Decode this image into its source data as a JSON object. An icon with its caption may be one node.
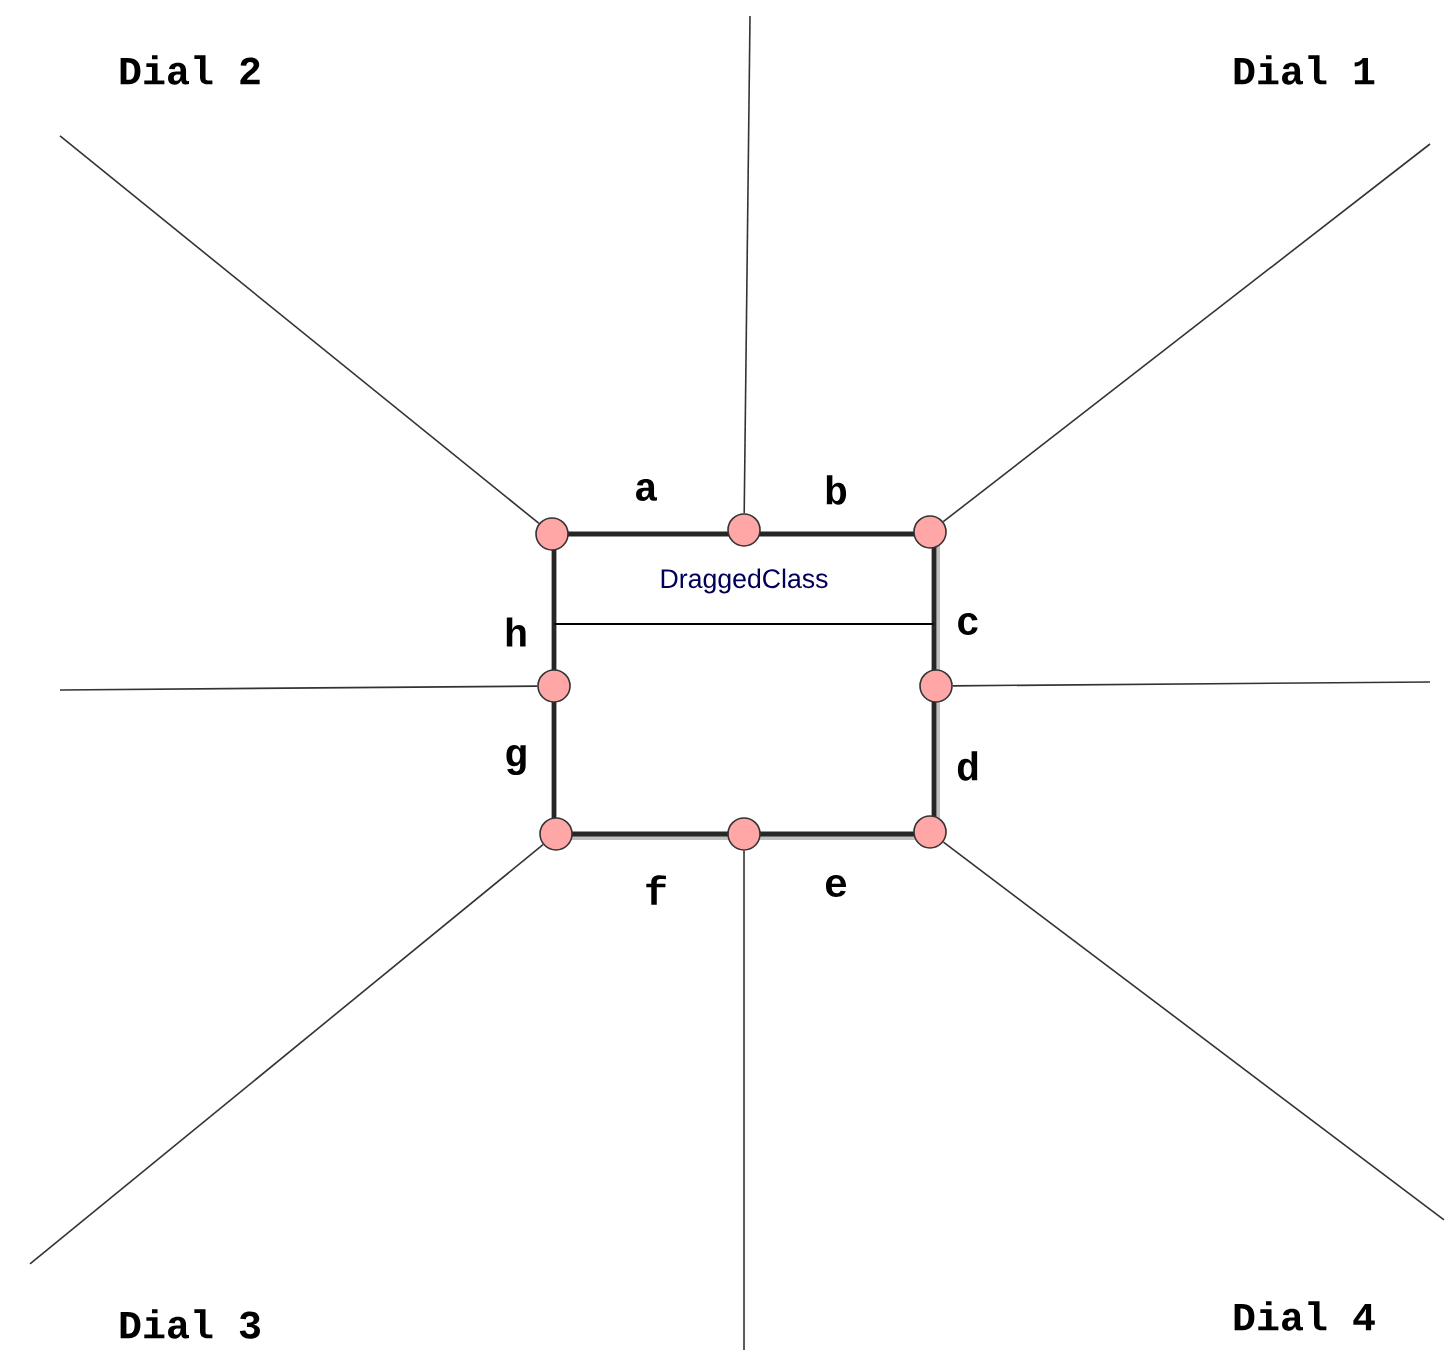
{
  "diagram": {
    "nodes": [
      {
        "text": [
          "DraggedClass"
        ]
      },
      {
        "text": [],
        "shape": "circle"
      },
      {
        "text": [],
        "shape": "circle"
      },
      {
        "text": [],
        "shape": "circle"
      },
      {
        "text": [],
        "shape": "circle"
      },
      {
        "text": [],
        "shape": "circle"
      },
      {
        "text": [],
        "shape": "circle"
      },
      {
        "text": [],
        "shape": "circle"
      },
      {
        "text": [],
        "shape": "circle"
      }
    ],
    "edges": [
      {
        "from": 1,
        "to": null,
        "arrow": "none"
      },
      {
        "from": 2,
        "to": null,
        "arrow": "none"
      },
      {
        "from": 3,
        "to": null,
        "arrow": "none"
      },
      {
        "from": 4,
        "to": null,
        "arrow": "none"
      },
      {
        "from": 5,
        "to": null,
        "arrow": "none"
      },
      {
        "from": 6,
        "to": null,
        "arrow": "none"
      },
      {
        "from": 7,
        "to": null,
        "arrow": "none"
      },
      {
        "from": 8,
        "to": null,
        "arrow": "none"
      }
    ],
    "labels": [
      "Dial 2",
      "Dial 1",
      "a",
      "b",
      "h",
      "c",
      "g",
      "d",
      "f",
      "e",
      "Dial 3",
      "Dial 4"
    ]
  }
}
